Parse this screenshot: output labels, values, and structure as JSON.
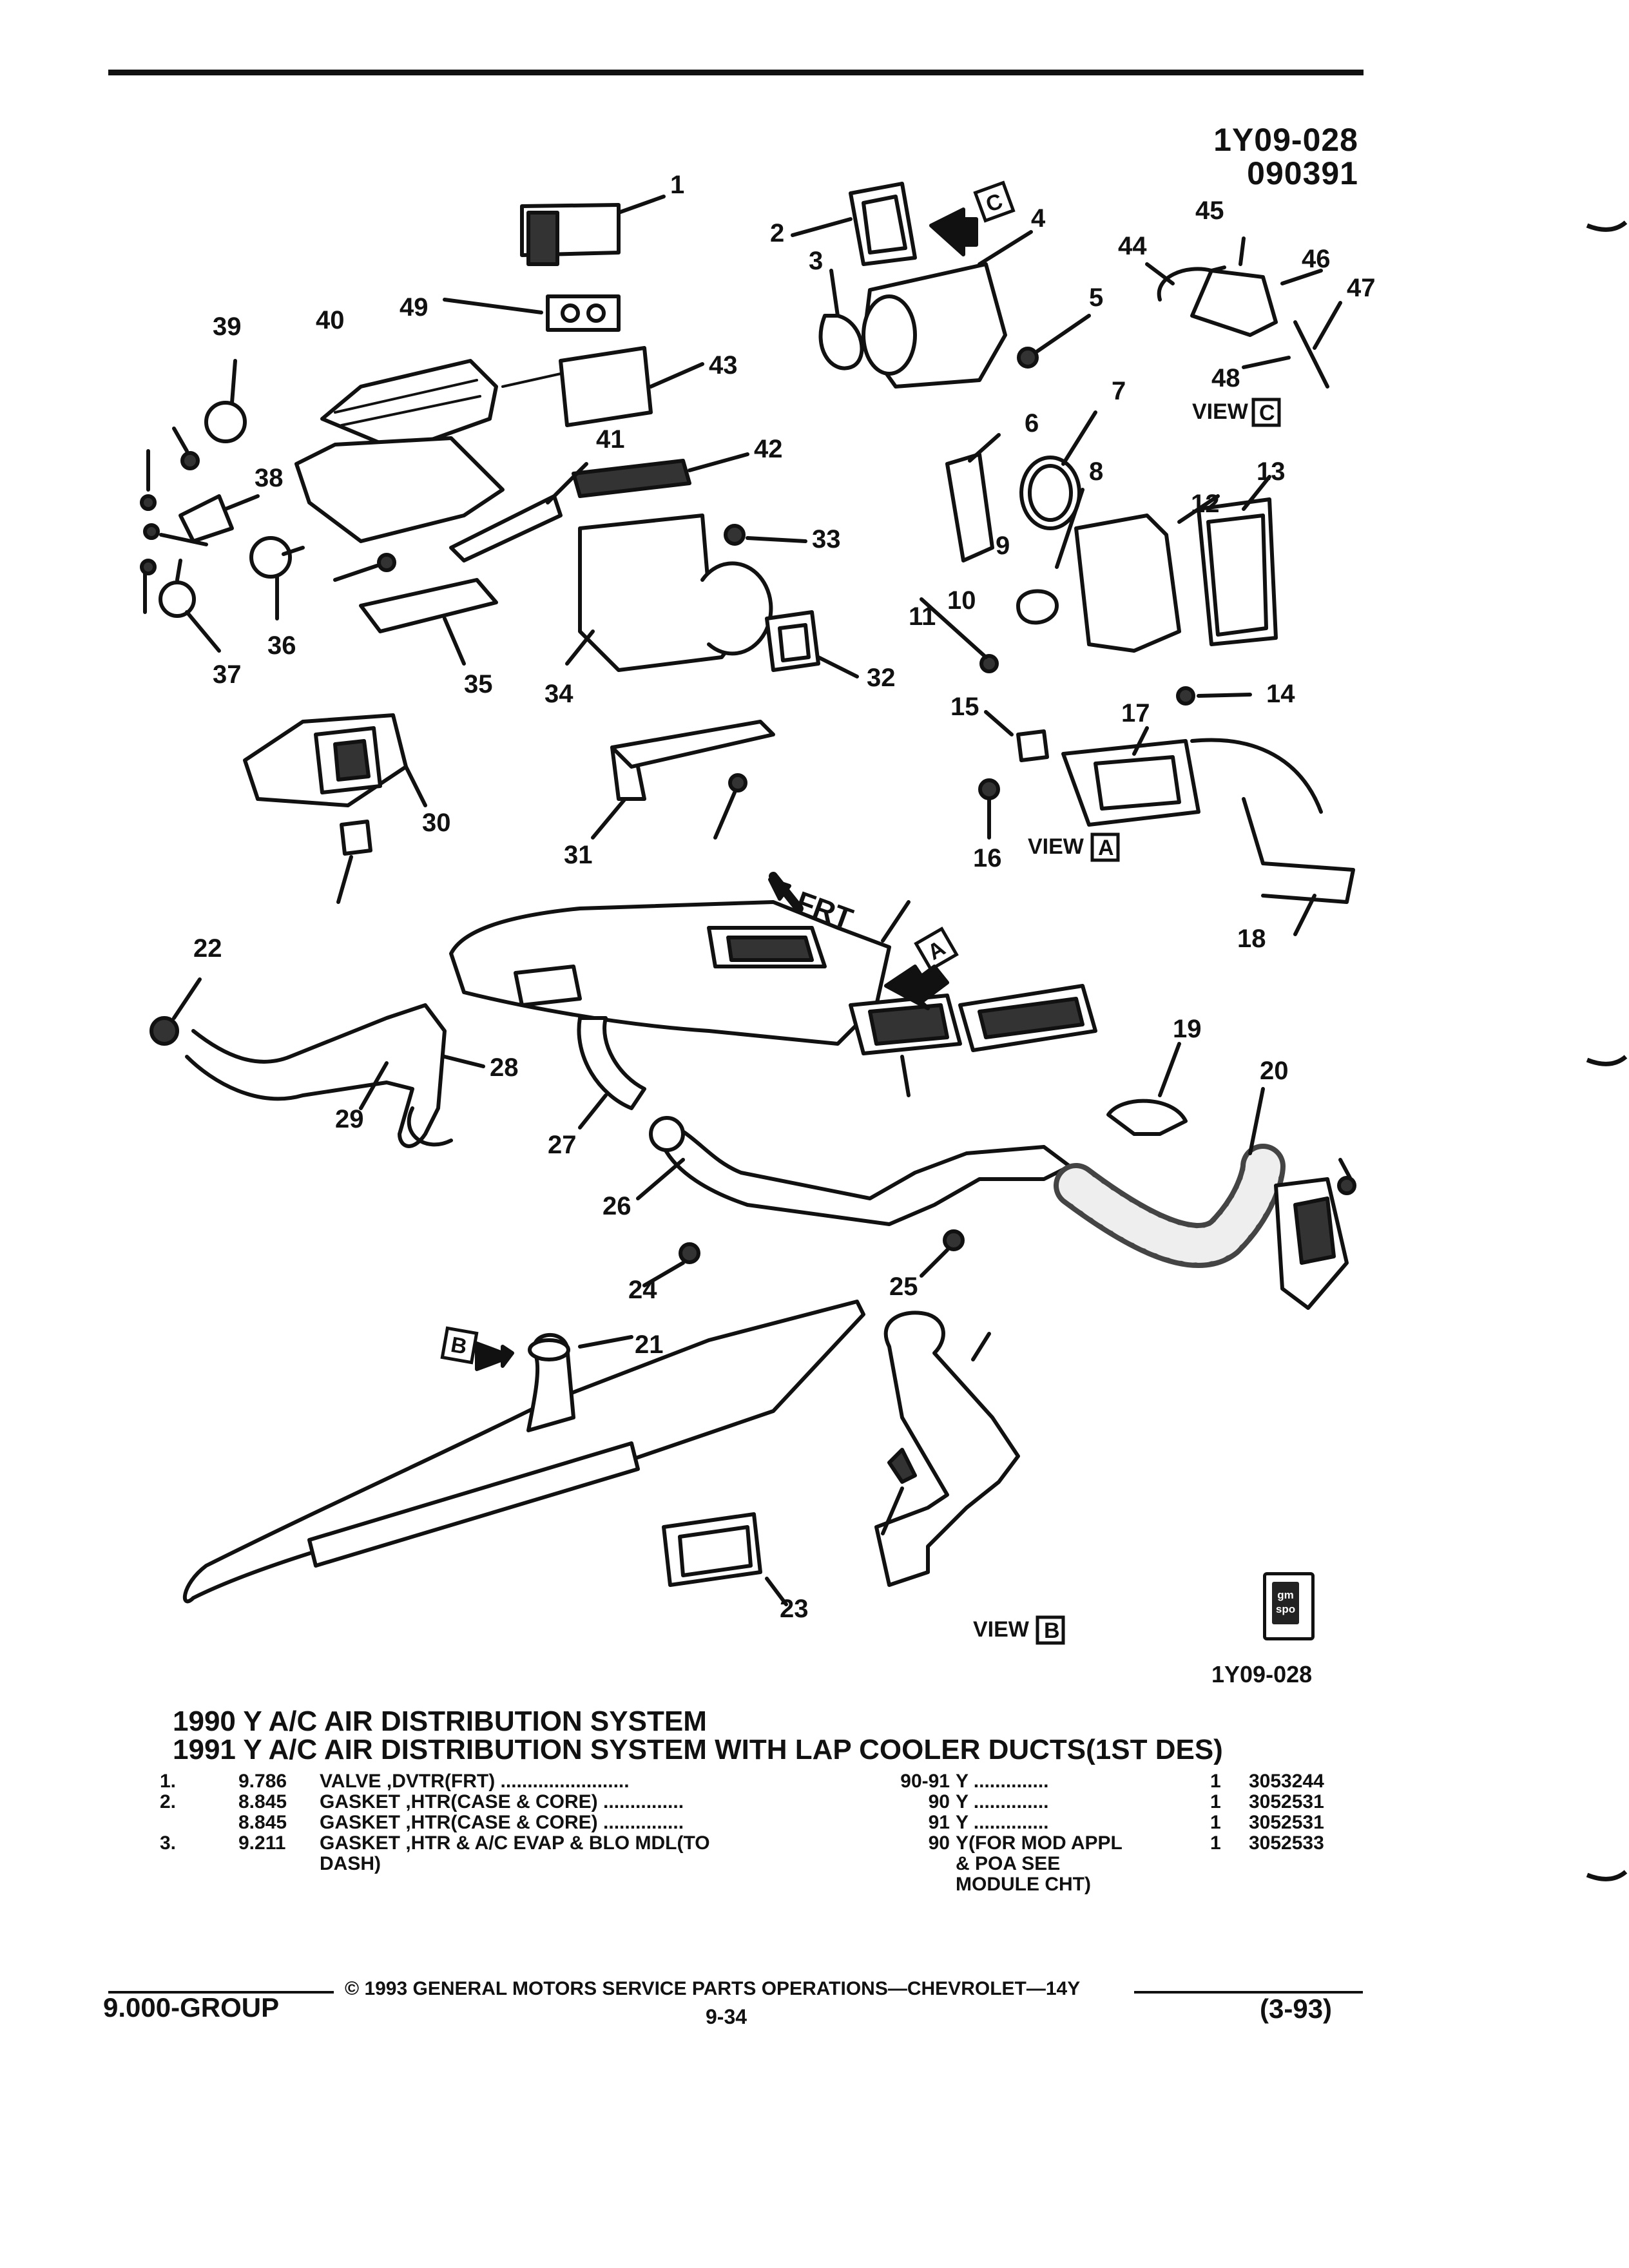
{
  "header": {
    "ref_code": "1Y09-028",
    "ref_date": "090391"
  },
  "diagram": {
    "callouts": [
      "1",
      "2",
      "3",
      "4",
      "5",
      "6",
      "7",
      "8",
      "9",
      "10",
      "11",
      "12",
      "13",
      "14",
      "15",
      "16",
      "17",
      "18",
      "19",
      "20",
      "21",
      "22",
      "23",
      "24",
      "25",
      "26",
      "27",
      "28",
      "29",
      "30",
      "31",
      "32",
      "33",
      "34",
      "35",
      "36",
      "37",
      "38",
      "39",
      "40",
      "41",
      "42",
      "43",
      "44",
      "45",
      "46",
      "47",
      "48",
      "49"
    ],
    "labels": {
      "view_a": "VIEW",
      "view_a_box": "A",
      "view_b": "VIEW",
      "view_b_box": "B",
      "view_c": "VIEW",
      "view_c_box": "C",
      "frt": "FRT",
      "arrow_a": "A",
      "arrow_b": "B",
      "arrow_c": "C"
    },
    "caption_code": "1Y09-028",
    "logo_text": "gm spo"
  },
  "titles": {
    "line1": "1990 Y A/C AIR DISTRIBUTION SYSTEM",
    "line2": "1991 Y A/C AIR DISTRIBUTION SYSTEM WITH LAP COOLER DUCTS(1ST DES)"
  },
  "parts": [
    {
      "no": "1.",
      "group": "9.786",
      "desc": "VALVE ,DVTR(FRT)",
      "dots": "........................",
      "years": "90-91",
      "model": "Y ..............",
      "qty": "1",
      "part": "3053244"
    },
    {
      "no": "2.",
      "group": "8.845",
      "desc": "GASKET ,HTR(CASE & CORE)",
      "dots": "...............",
      "years": "90",
      "model": "Y ..............",
      "qty": "1",
      "part": "3052531"
    },
    {
      "no": "",
      "group": "8.845",
      "desc": "GASKET ,HTR(CASE & CORE)",
      "dots": "...............",
      "years": "91",
      "model": "Y ..............",
      "qty": "1",
      "part": "3052531"
    },
    {
      "no": "3.",
      "group": "9.211",
      "desc": "GASKET ,HTR & A/C EVAP & BLO MDL(TO",
      "dots": "",
      "years": "90",
      "model": "Y(FOR MOD APPL",
      "qty": "1",
      "part": "3052533"
    },
    {
      "no": "",
      "group": "",
      "desc": "DASH)",
      "dots": "",
      "years": "",
      "model": "& POA SEE",
      "qty": "",
      "part": ""
    },
    {
      "no": "",
      "group": "",
      "desc": "",
      "dots": "",
      "years": "",
      "model": "MODULE CHT)",
      "qty": "",
      "part": ""
    }
  ],
  "footer": {
    "copyright": "© 1993 GENERAL MOTORS SERVICE PARTS OPERATIONS—CHEVROLET—14Y",
    "group": "9.000-GROUP",
    "page": "9-34",
    "date": "(3-93)"
  }
}
